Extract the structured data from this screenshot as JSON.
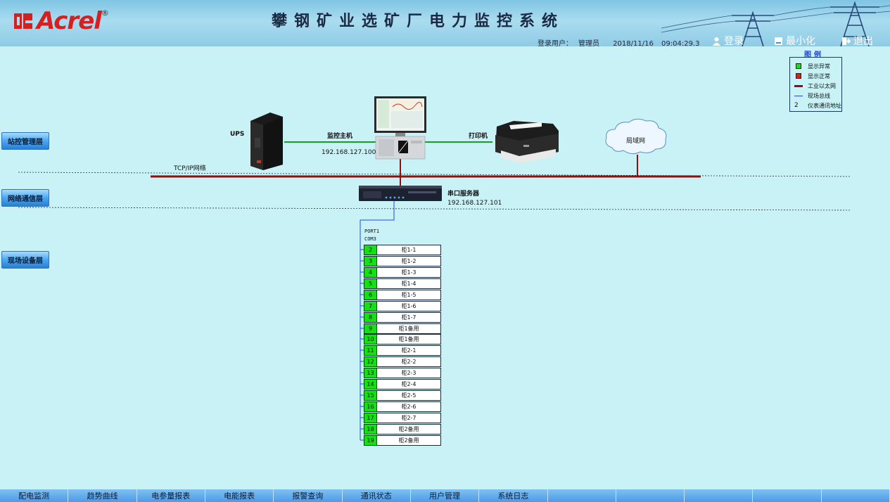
{
  "header": {
    "logo_text": "Acrel",
    "logo_reg": "®",
    "title": "攀钢矿业选矿厂电力监控系统",
    "user_label": "登录用户：",
    "user_name": "管理员",
    "date": "2018/11/16",
    "time": "09:04:29.3",
    "login_label": "登录",
    "minimize_label": "最小化",
    "exit_label": "退出"
  },
  "legend": {
    "title": "图例",
    "items": [
      {
        "symbol": "green-square",
        "label": "显示异常"
      },
      {
        "symbol": "red-square",
        "label": "显示正常"
      },
      {
        "symbol": "dark-red-line",
        "label": "工业以太网"
      },
      {
        "symbol": "blue-line",
        "label": "现场总线"
      },
      {
        "symbol": "2",
        "label": "仪表通讯地址"
      }
    ]
  },
  "layers": {
    "station": "站控管理层",
    "network": "网络通信层",
    "field": "现场设备层"
  },
  "topology": {
    "ups_label": "UPS",
    "host_label": "监控主机",
    "host_ip": "192.168.127.100",
    "printer_label": "打印机",
    "lan_label": "局域网",
    "tcpip_label": "TCP/IP网络",
    "serial_label": "串口服务器",
    "serial_ip": "192.168.127.101",
    "port_label": "PORT1",
    "com_label": "COM3"
  },
  "devices": [
    {
      "addr": "2",
      "name": "柜1-1"
    },
    {
      "addr": "3",
      "name": "柜1-2"
    },
    {
      "addr": "4",
      "name": "柜1-3"
    },
    {
      "addr": "5",
      "name": "柜1-4"
    },
    {
      "addr": "6",
      "name": "柜1-5"
    },
    {
      "addr": "7",
      "name": "柜1-6"
    },
    {
      "addr": "8",
      "name": "柜1-7"
    },
    {
      "addr": "9",
      "name": "柜1备用"
    },
    {
      "addr": "10",
      "name": "柜1备用"
    },
    {
      "addr": "11",
      "name": "柜2-1"
    },
    {
      "addr": "12",
      "name": "柜2-2"
    },
    {
      "addr": "13",
      "name": "柜2-3"
    },
    {
      "addr": "14",
      "name": "柜2-4"
    },
    {
      "addr": "15",
      "name": "柜2-5"
    },
    {
      "addr": "16",
      "name": "柜2-6"
    },
    {
      "addr": "17",
      "name": "柜2-7"
    },
    {
      "addr": "18",
      "name": "柜2备用"
    },
    {
      "addr": "19",
      "name": "柜2备用"
    }
  ],
  "nav": [
    "配电监测",
    "趋势曲线",
    "电参量报表",
    "电能报表",
    "报警查询",
    "通讯状态",
    "用户管理",
    "系统日志",
    "",
    "",
    "",
    "",
    ""
  ],
  "colors": {
    "status_green": "#14e014",
    "ethernet": "#8b1010",
    "fieldbus": "#1c4fd8",
    "link_green": "#1a9a2a"
  }
}
